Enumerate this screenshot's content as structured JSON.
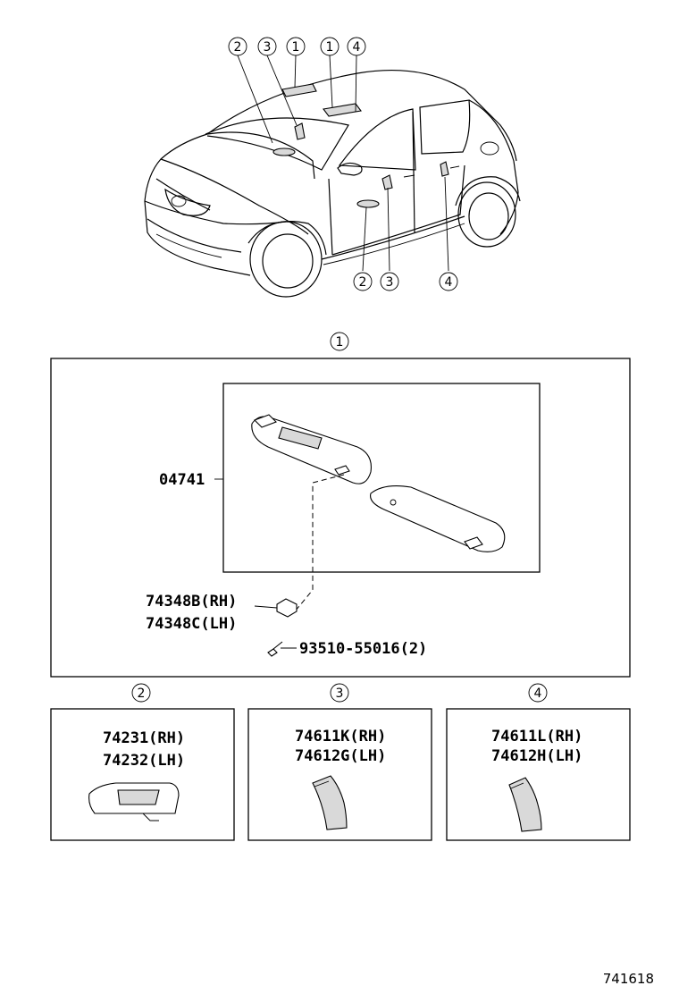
{
  "callouts": {
    "top_2": "2",
    "top_3": "3",
    "top_1a": "1",
    "top_1b": "1",
    "top_4": "4",
    "bottom_2": "2",
    "bottom_3": "3",
    "bottom_4": "4"
  },
  "group1": {
    "num": "1",
    "assembly": "04741",
    "holder_rh": "74348B(RH)",
    "holder_lh": "74348C(LH)",
    "screw": "93510-55016(2)"
  },
  "group2": {
    "num": "2",
    "rh": "74231(RH)",
    "lh": "74232(LH)"
  },
  "group3": {
    "num": "3",
    "rh": "74611K(RH)",
    "lh": "74612G(LH)"
  },
  "group4": {
    "num": "4",
    "rh": "74611L(RH)",
    "lh": "74612H(LH)"
  },
  "diagram_id": "741618"
}
